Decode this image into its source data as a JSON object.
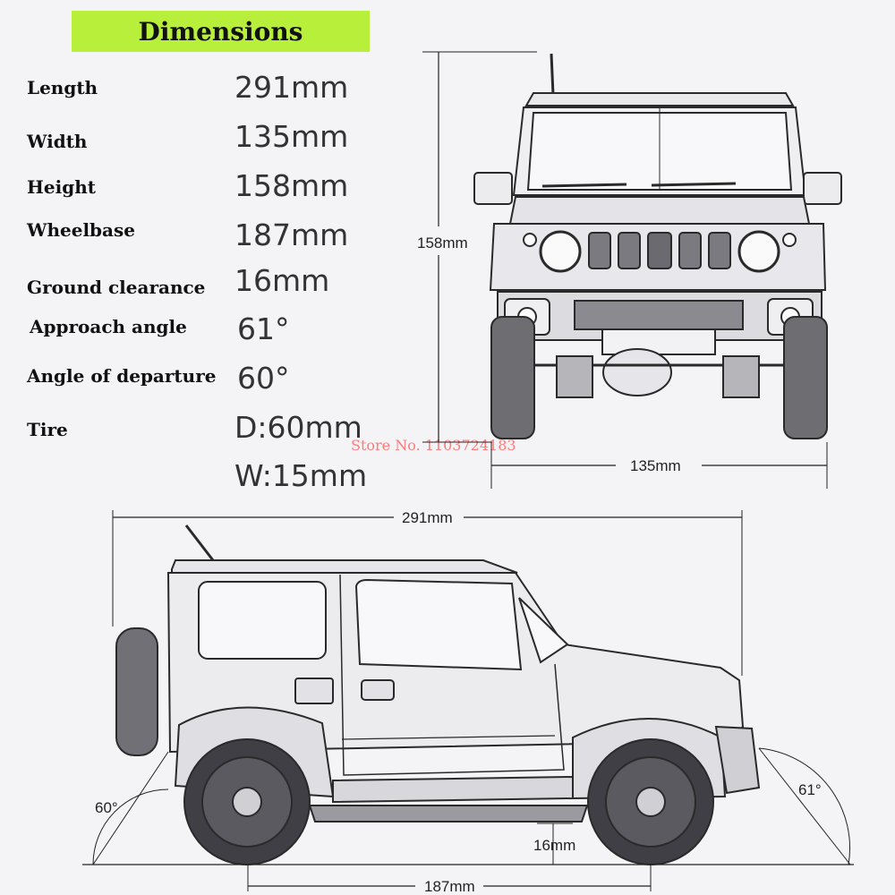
{
  "header": {
    "title": "Dimensions"
  },
  "specs": [
    {
      "label": "Length",
      "value": "291mm"
    },
    {
      "label": "Width",
      "value": "135mm"
    },
    {
      "label": "Height",
      "value": "158mm"
    },
    {
      "label": "Wheelbase",
      "value": "187mm"
    },
    {
      "label": "Ground clearance",
      "value": "16mm"
    },
    {
      "label": "Approach angle",
      "value": "61°"
    },
    {
      "label": "Angle of departure",
      "value": "60°"
    },
    {
      "label": "Tire",
      "value": "D:60mm"
    }
  ],
  "tire_width": "W:15mm",
  "watermark": "Store No. 1103724183",
  "drawing": {
    "front_height": "158mm",
    "front_width": "135mm",
    "side_length": "291mm",
    "side_wheelbase": "187mm",
    "side_clearance": "16mm",
    "side_approach": "61°",
    "side_departure": "60°"
  },
  "colors": {
    "banner": "#b8ef3a",
    "watermark": "#ff7a7a"
  }
}
